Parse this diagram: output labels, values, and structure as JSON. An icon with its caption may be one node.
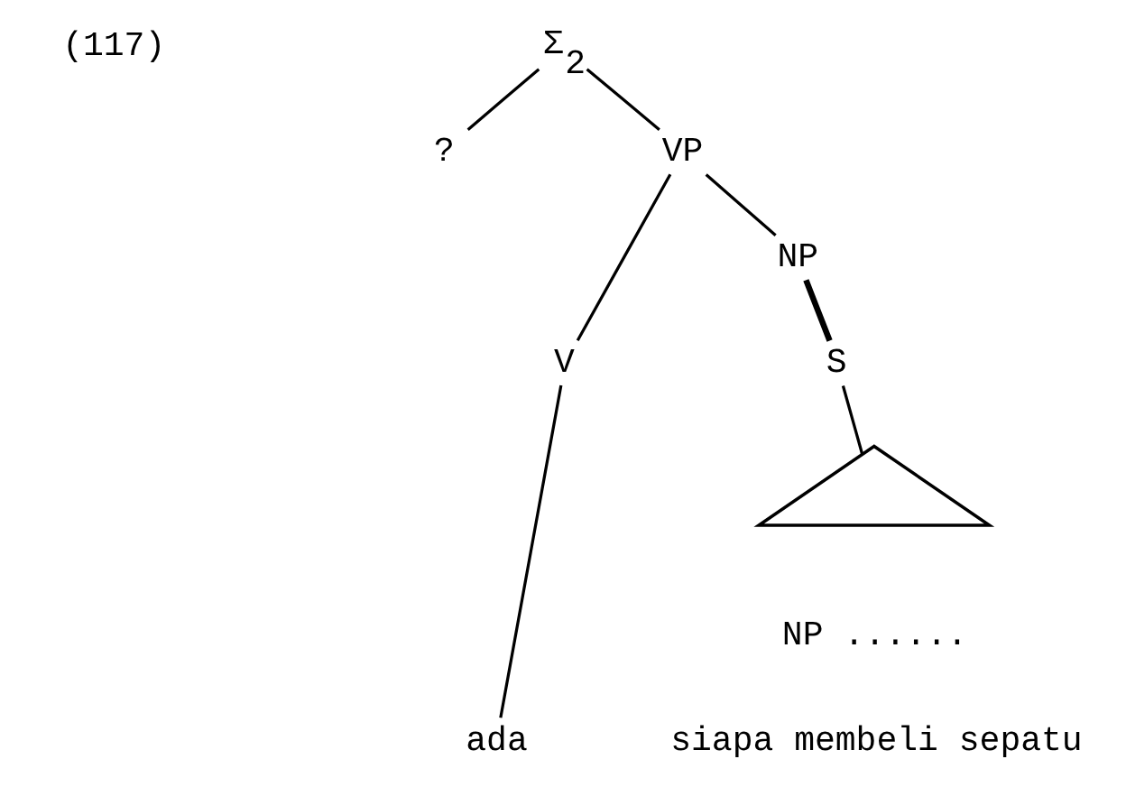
{
  "diagram": {
    "nodes": [
      {
        "text": [
          "Σ$_{2}$"
        ]
      },
      {
        "text": [
          "?"
        ]
      },
      {
        "text": [
          "VP"
        ]
      },
      {
        "text": [
          "V"
        ]
      },
      {
        "text": [
          "NP"
        ]
      },
      {
        "text": [
          "S"
        ]
      },
      {
        "text": [],
        "shape": "triangle",
        "beside": [
          "NP ......"
        ]
      },
      {
        "text": [
          "ada"
        ]
      }
    ],
    "edges": [
      {
        "from": 0,
        "to": 1,
        "arrow": "none"
      },
      {
        "from": 0,
        "to": 2,
        "arrow": "none"
      },
      {
        "from": 2,
        "to": 3,
        "arrow": "none"
      },
      {
        "from": 2,
        "to": 4,
        "arrow": "none"
      },
      {
        "from": 4,
        "to": 5,
        "arrow": "none",
        "style": "thick"
      },
      {
        "from": 5,
        "to": 6,
        "arrow": "none"
      },
      {
        "from": 3,
        "to": 7,
        "arrow": "none"
      }
    ],
    "labels": [
      "(117)",
      "siapa membeli sepatu"
    ]
  }
}
